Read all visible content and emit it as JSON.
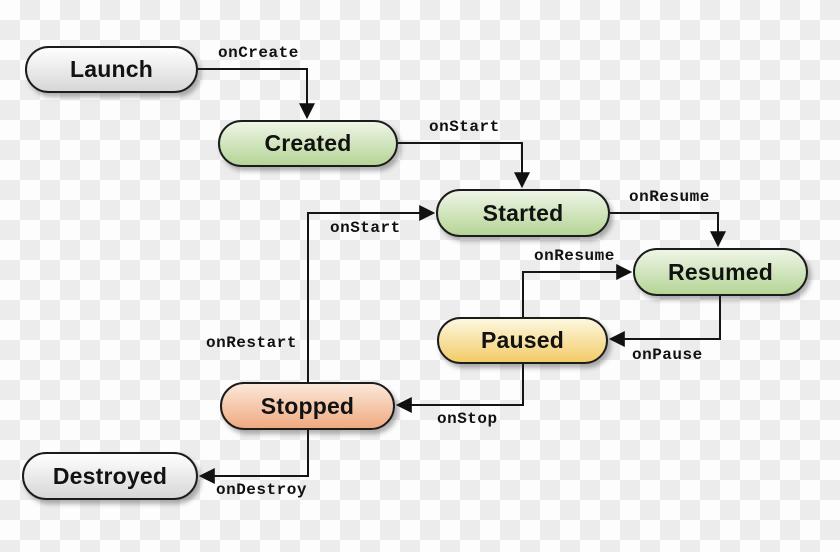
{
  "diagram": {
    "kind": "state-flow",
    "nodes": [
      {
        "id": "launch",
        "label": "Launch",
        "theme": "gray"
      },
      {
        "id": "created",
        "label": "Created",
        "theme": "green"
      },
      {
        "id": "started",
        "label": "Started",
        "theme": "green"
      },
      {
        "id": "resumed",
        "label": "Resumed",
        "theme": "green"
      },
      {
        "id": "paused",
        "label": "Paused",
        "theme": "yellow"
      },
      {
        "id": "stopped",
        "label": "Stopped",
        "theme": "orange"
      },
      {
        "id": "destroyed",
        "label": "Destroyed",
        "theme": "gray"
      }
    ],
    "edges": [
      {
        "from": "Launch",
        "to": "Created",
        "label": "onCreate"
      },
      {
        "from": "Created",
        "to": "Started",
        "label": "onStart"
      },
      {
        "from": "Started",
        "to": "Resumed",
        "label": "onResume"
      },
      {
        "from": "Paused",
        "to": "Resumed",
        "label": "onResume"
      },
      {
        "from": "Resumed",
        "to": "Paused",
        "label": "onPause"
      },
      {
        "from": "Paused",
        "to": "Stopped",
        "label": "onStop"
      },
      {
        "from": "Stopped",
        "to": "Started",
        "label": "onStart",
        "label_secondary": "onRestart"
      },
      {
        "from": "Stopped",
        "to": "Destroyed",
        "label": "onDestroy"
      }
    ]
  },
  "colors": {
    "node_border": "#1c1c1c",
    "edge_line": "#151515",
    "label_text": "#111111",
    "gray_top": "#fefefe",
    "gray_bottom": "#d7d7d7",
    "green_top": "#eef5e6",
    "green_bottom": "#b5d596",
    "yellow_top": "#fdf8e0",
    "yellow_bottom": "#f2cb66",
    "orange_top": "#fbe8da",
    "orange_bottom": "#efaa80",
    "checker_gray": "#ececec",
    "checker_white": "#fdfdfd"
  }
}
